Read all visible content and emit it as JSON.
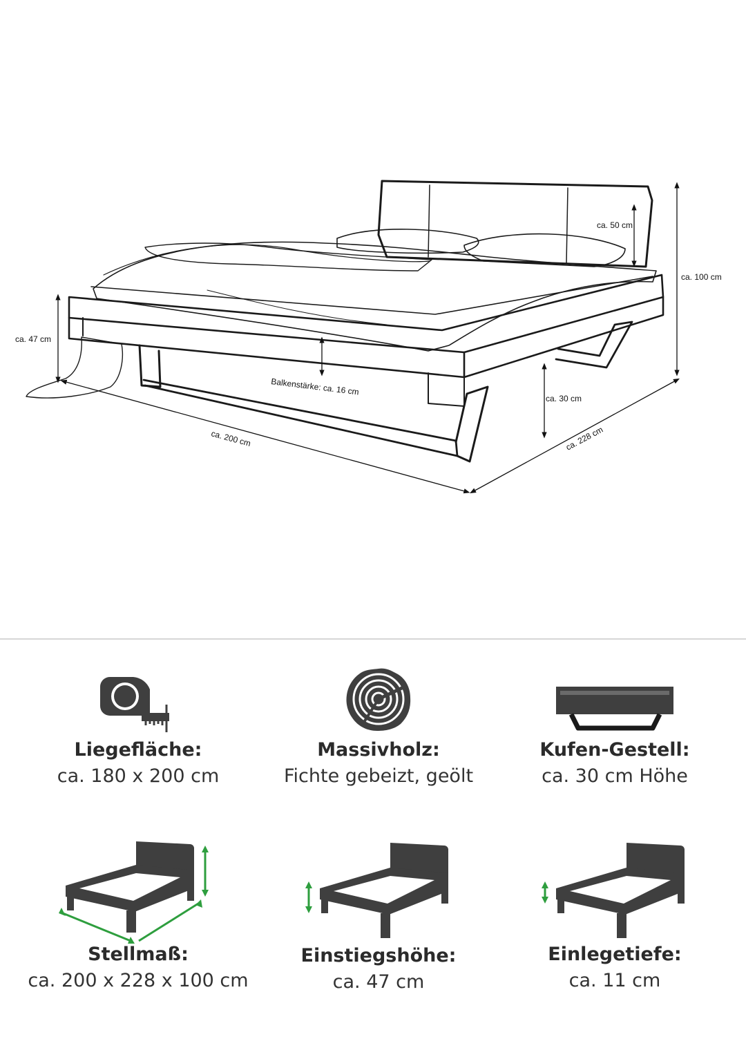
{
  "diagram": {
    "labels": {
      "headboard_height": "ca. 50 cm",
      "total_height": "ca. 100 cm",
      "entry_height": "ca. 47 cm",
      "beam_thickness": "Balkenstärke: ca. 16 cm",
      "runner_height": "ca. 30 cm",
      "length": "ca. 200 cm",
      "depth": "ca. 228 cm"
    }
  },
  "features": [
    {
      "icon": "tape-measure-icon",
      "title": "Liegefläche:",
      "value": "ca. 180 x 200 cm"
    },
    {
      "icon": "wood-rings-icon",
      "title": "Massivholz:",
      "value": "Fichte gebeizt, geölt"
    },
    {
      "icon": "runner-frame-icon",
      "title": "Kufen-Gestell:",
      "value": "ca. 30 cm Höhe"
    },
    {
      "icon": "bed-dimensions-icon",
      "title": "Stellmaß:",
      "value": "ca. 200 x 228 x 100 cm"
    },
    {
      "icon": "bed-entry-height-icon",
      "title": "Einstiegshöhe:",
      "value": "ca. 47 cm"
    },
    {
      "icon": "bed-insert-depth-icon",
      "title": "Einlegetiefe:",
      "value": "ca. 11 cm"
    }
  ],
  "colors": {
    "accent": "#2e9e3e",
    "icon": "#3f3f3f"
  }
}
